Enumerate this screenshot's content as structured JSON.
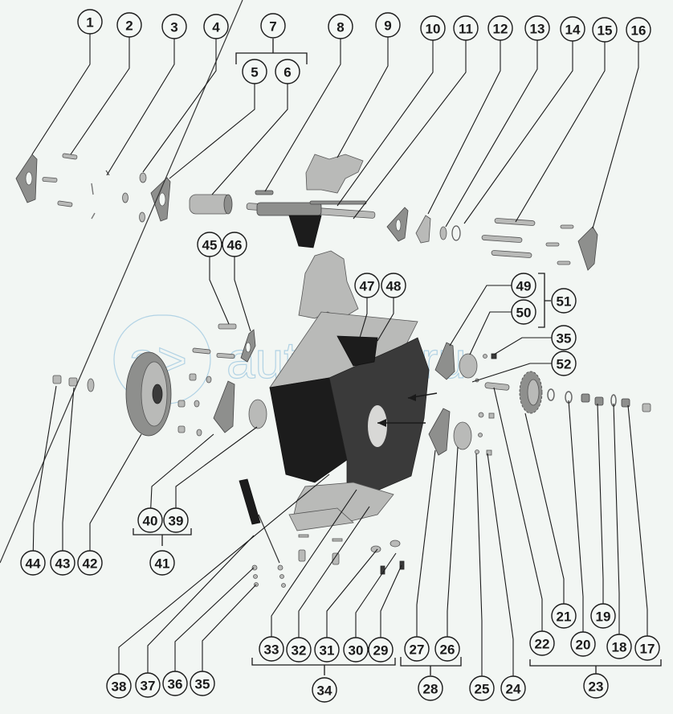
{
  "diagram": {
    "type": "exploded-parts-diagram",
    "watermark": {
      "logo": "a>",
      "text": "autoliter.ru",
      "color": "#9cc7e0"
    },
    "colors": {
      "background": "#f2f6f3",
      "ink": "#1a1a1a",
      "part_light": "#b9bab8",
      "part_mid": "#8e8f8d",
      "part_dark": "#3a3a3a"
    },
    "callouts": [
      {
        "id": "1",
        "label": "1"
      },
      {
        "id": "2",
        "label": "2"
      },
      {
        "id": "3",
        "label": "3"
      },
      {
        "id": "4",
        "label": "4"
      },
      {
        "id": "5",
        "label": "5"
      },
      {
        "id": "6",
        "label": "6"
      },
      {
        "id": "7",
        "label": "7"
      },
      {
        "id": "8",
        "label": "8"
      },
      {
        "id": "9",
        "label": "9"
      },
      {
        "id": "10",
        "label": "10"
      },
      {
        "id": "11",
        "label": "11"
      },
      {
        "id": "12",
        "label": "12"
      },
      {
        "id": "13",
        "label": "13"
      },
      {
        "id": "14",
        "label": "14"
      },
      {
        "id": "15",
        "label": "15"
      },
      {
        "id": "16",
        "label": "16"
      },
      {
        "id": "17",
        "label": "17"
      },
      {
        "id": "18",
        "label": "18"
      },
      {
        "id": "19",
        "label": "19"
      },
      {
        "id": "20",
        "label": "20"
      },
      {
        "id": "21",
        "label": "21"
      },
      {
        "id": "22",
        "label": "22"
      },
      {
        "id": "23",
        "label": "23"
      },
      {
        "id": "24",
        "label": "24"
      },
      {
        "id": "25",
        "label": "25"
      },
      {
        "id": "26",
        "label": "26"
      },
      {
        "id": "27",
        "label": "27"
      },
      {
        "id": "28",
        "label": "28"
      },
      {
        "id": "29",
        "label": "29"
      },
      {
        "id": "30",
        "label": "30"
      },
      {
        "id": "31",
        "label": "31"
      },
      {
        "id": "32",
        "label": "32"
      },
      {
        "id": "33",
        "label": "33"
      },
      {
        "id": "34",
        "label": "34"
      },
      {
        "id": "35a",
        "label": "35"
      },
      {
        "id": "35b",
        "label": "35"
      },
      {
        "id": "36",
        "label": "36"
      },
      {
        "id": "37",
        "label": "37"
      },
      {
        "id": "38",
        "label": "38"
      },
      {
        "id": "39",
        "label": "39"
      },
      {
        "id": "40",
        "label": "40"
      },
      {
        "id": "41",
        "label": "41"
      },
      {
        "id": "42",
        "label": "42"
      },
      {
        "id": "43",
        "label": "43"
      },
      {
        "id": "44",
        "label": "44"
      },
      {
        "id": "45",
        "label": "45"
      },
      {
        "id": "46",
        "label": "46"
      },
      {
        "id": "47",
        "label": "47"
      },
      {
        "id": "48",
        "label": "48"
      },
      {
        "id": "49",
        "label": "49"
      },
      {
        "id": "50",
        "label": "50"
      },
      {
        "id": "51",
        "label": "51"
      },
      {
        "id": "52",
        "label": "52"
      }
    ],
    "groups": [
      {
        "label": "7",
        "members": [
          "5",
          "6"
        ]
      },
      {
        "label": "23",
        "members": [
          "22",
          "20",
          "18",
          "17"
        ]
      },
      {
        "label": "28",
        "members": [
          "27",
          "26"
        ]
      },
      {
        "label": "34",
        "members": [
          "33",
          "32",
          "31",
          "30",
          "29"
        ]
      },
      {
        "label": "41",
        "members": [
          "40",
          "39"
        ]
      },
      {
        "label": "51",
        "members": [
          "49",
          "50"
        ]
      }
    ]
  }
}
